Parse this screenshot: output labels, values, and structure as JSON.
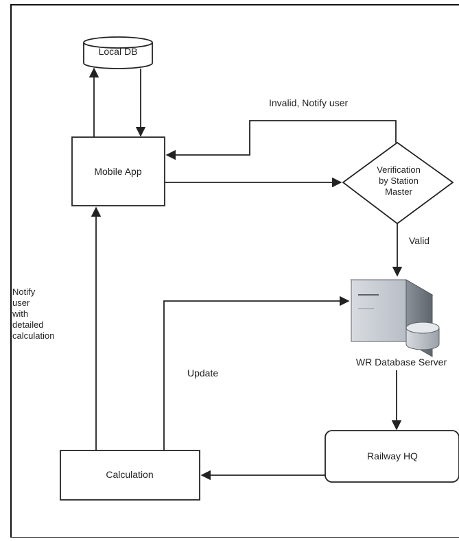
{
  "diagram": {
    "nodes": {
      "local_db": {
        "label": "Local DB",
        "shape": "cylinder"
      },
      "mobile_app": {
        "label": "Mobile App",
        "shape": "rectangle"
      },
      "verification": {
        "label_lines": [
          "Verification",
          "by Station",
          "Master"
        ],
        "shape": "diamond"
      },
      "wr_server": {
        "label": "WR Database Server",
        "icon": "database-server-icon"
      },
      "railway_hq": {
        "label": "Railway HQ",
        "shape": "rounded-rectangle"
      },
      "calculation": {
        "label": "Calculation",
        "shape": "rectangle"
      }
    },
    "edge_labels": {
      "invalid": "Invalid, Notify user",
      "valid": "Valid",
      "update": "Update",
      "notify_lines": [
        "Notify",
        "user",
        "with",
        "detailed",
        "calculation"
      ]
    },
    "colors": {
      "stroke": "#222222",
      "server_light": "#cfd3d8",
      "server_dark": "#6f757c",
      "text": "#222222"
    }
  }
}
